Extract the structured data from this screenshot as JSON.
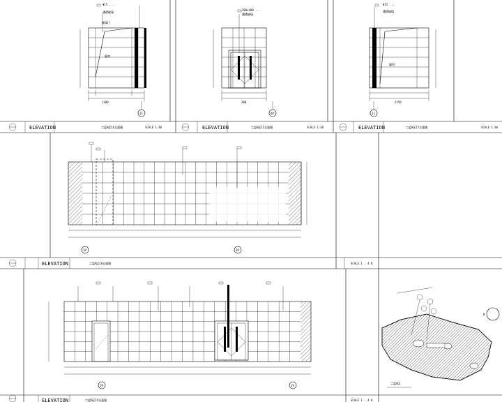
{
  "sheet": {
    "title_block_labels": {
      "elevation": "ELEVATION",
      "scale": "SCALE 1:40",
      "scale_spaced": "SCALE 1 : 4 0"
    },
    "elevations": [
      {
        "id": "e1",
        "marker": "11",
        "title": "二层A区16立面图",
        "note_a": "Φ15 ...",
        "note_b": "通透玻璃"
      },
      {
        "id": "e2",
        "marker": "40",
        "title": "二层A区15立面图",
        "note_a": "200x400 ...",
        "note_b": "通透玻璃"
      },
      {
        "id": "e3",
        "marker": "11",
        "title": "二层A区17立面图",
        "note_a": "Φ15 ...",
        "note_b": "通透玻璃"
      },
      {
        "id": "e4",
        "marker_left": "18",
        "marker_right": "38",
        "title": "二层A区18立面图"
      },
      {
        "id": "e5",
        "marker_left": "19",
        "marker_right": "19",
        "title": "二层A区19立面图"
      }
    ],
    "key_plan": {
      "label": "二层A区",
      "north": "N"
    }
  }
}
